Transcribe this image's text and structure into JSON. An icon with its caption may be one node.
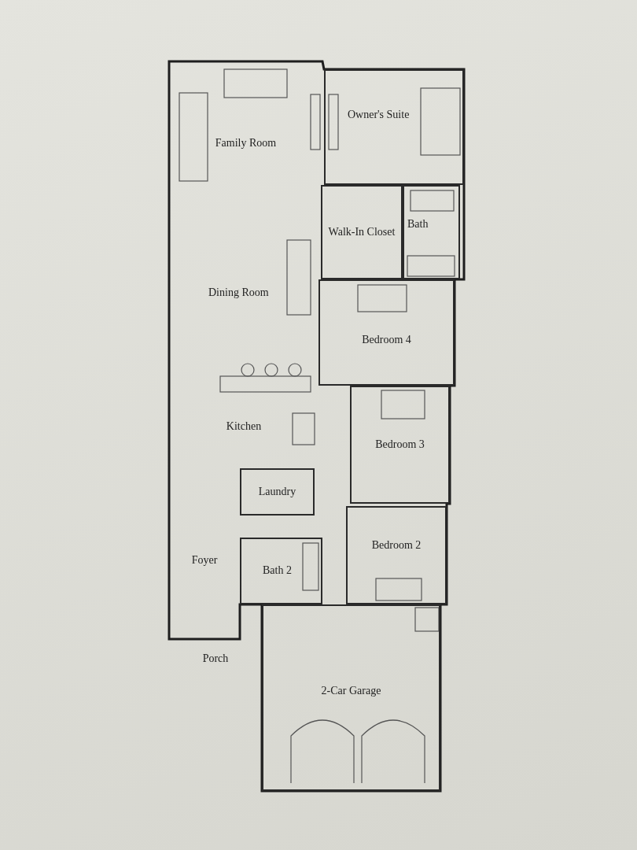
{
  "diagram": {
    "nodes": [
      {
        "text": [
          "Family Room"
        ]
      },
      {
        "text": [
          "Owner's Suite"
        ]
      },
      {
        "text": [
          "Walk-In Closet"
        ]
      },
      {
        "text": [
          "Bath"
        ]
      },
      {
        "text": [
          "Dining Room"
        ]
      },
      {
        "text": [
          "Bedroom 4"
        ]
      },
      {
        "text": [
          "Kitchen"
        ]
      },
      {
        "text": [
          "Bedroom 3"
        ]
      },
      {
        "text": [
          "Laundry"
        ]
      },
      {
        "text": [
          "Bedroom 2"
        ]
      },
      {
        "text": [
          "Bath 2"
        ]
      },
      {
        "text": [
          "Foyer"
        ]
      },
      {
        "text": [
          "Porch"
        ]
      },
      {
        "text": [
          "2-Car Garage"
        ]
      }
    ]
  }
}
